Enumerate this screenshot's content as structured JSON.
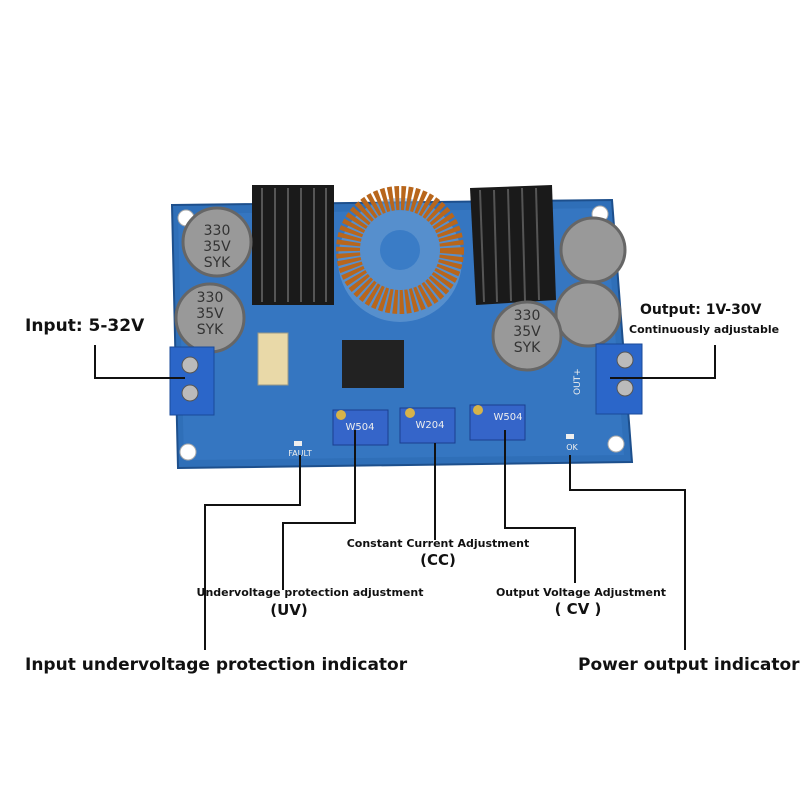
{
  "labels": {
    "input": "Input: 5-32V",
    "output": "Output: 1V-30V",
    "output_sub": "Continuously adjustable",
    "cc": "Constant Current Adjustment",
    "cc_abbr": "(CC)",
    "uv": "Undervoltage protection adjustment",
    "uv_abbr": "(UV)",
    "cv": "Output Voltage Adjustment",
    "cv_abbr": "( CV )",
    "input_indicator": "Input undervoltage protection indicator",
    "power_indicator": "Power output indicator"
  },
  "board": {
    "cap_value": "330",
    "cap_voltage": "35V",
    "cap_brand": "SYK",
    "pot_uv": "W504",
    "pot_cc": "W204",
    "pot_cv": "W504",
    "fault": "FAULT",
    "ok": "OK",
    "out": "OUT+",
    "colors": {
      "pcb": "#2f6fb8",
      "terminal": "#2b66c9",
      "heatsink": "#1a1a1a",
      "coil": "#b8661c"
    }
  }
}
